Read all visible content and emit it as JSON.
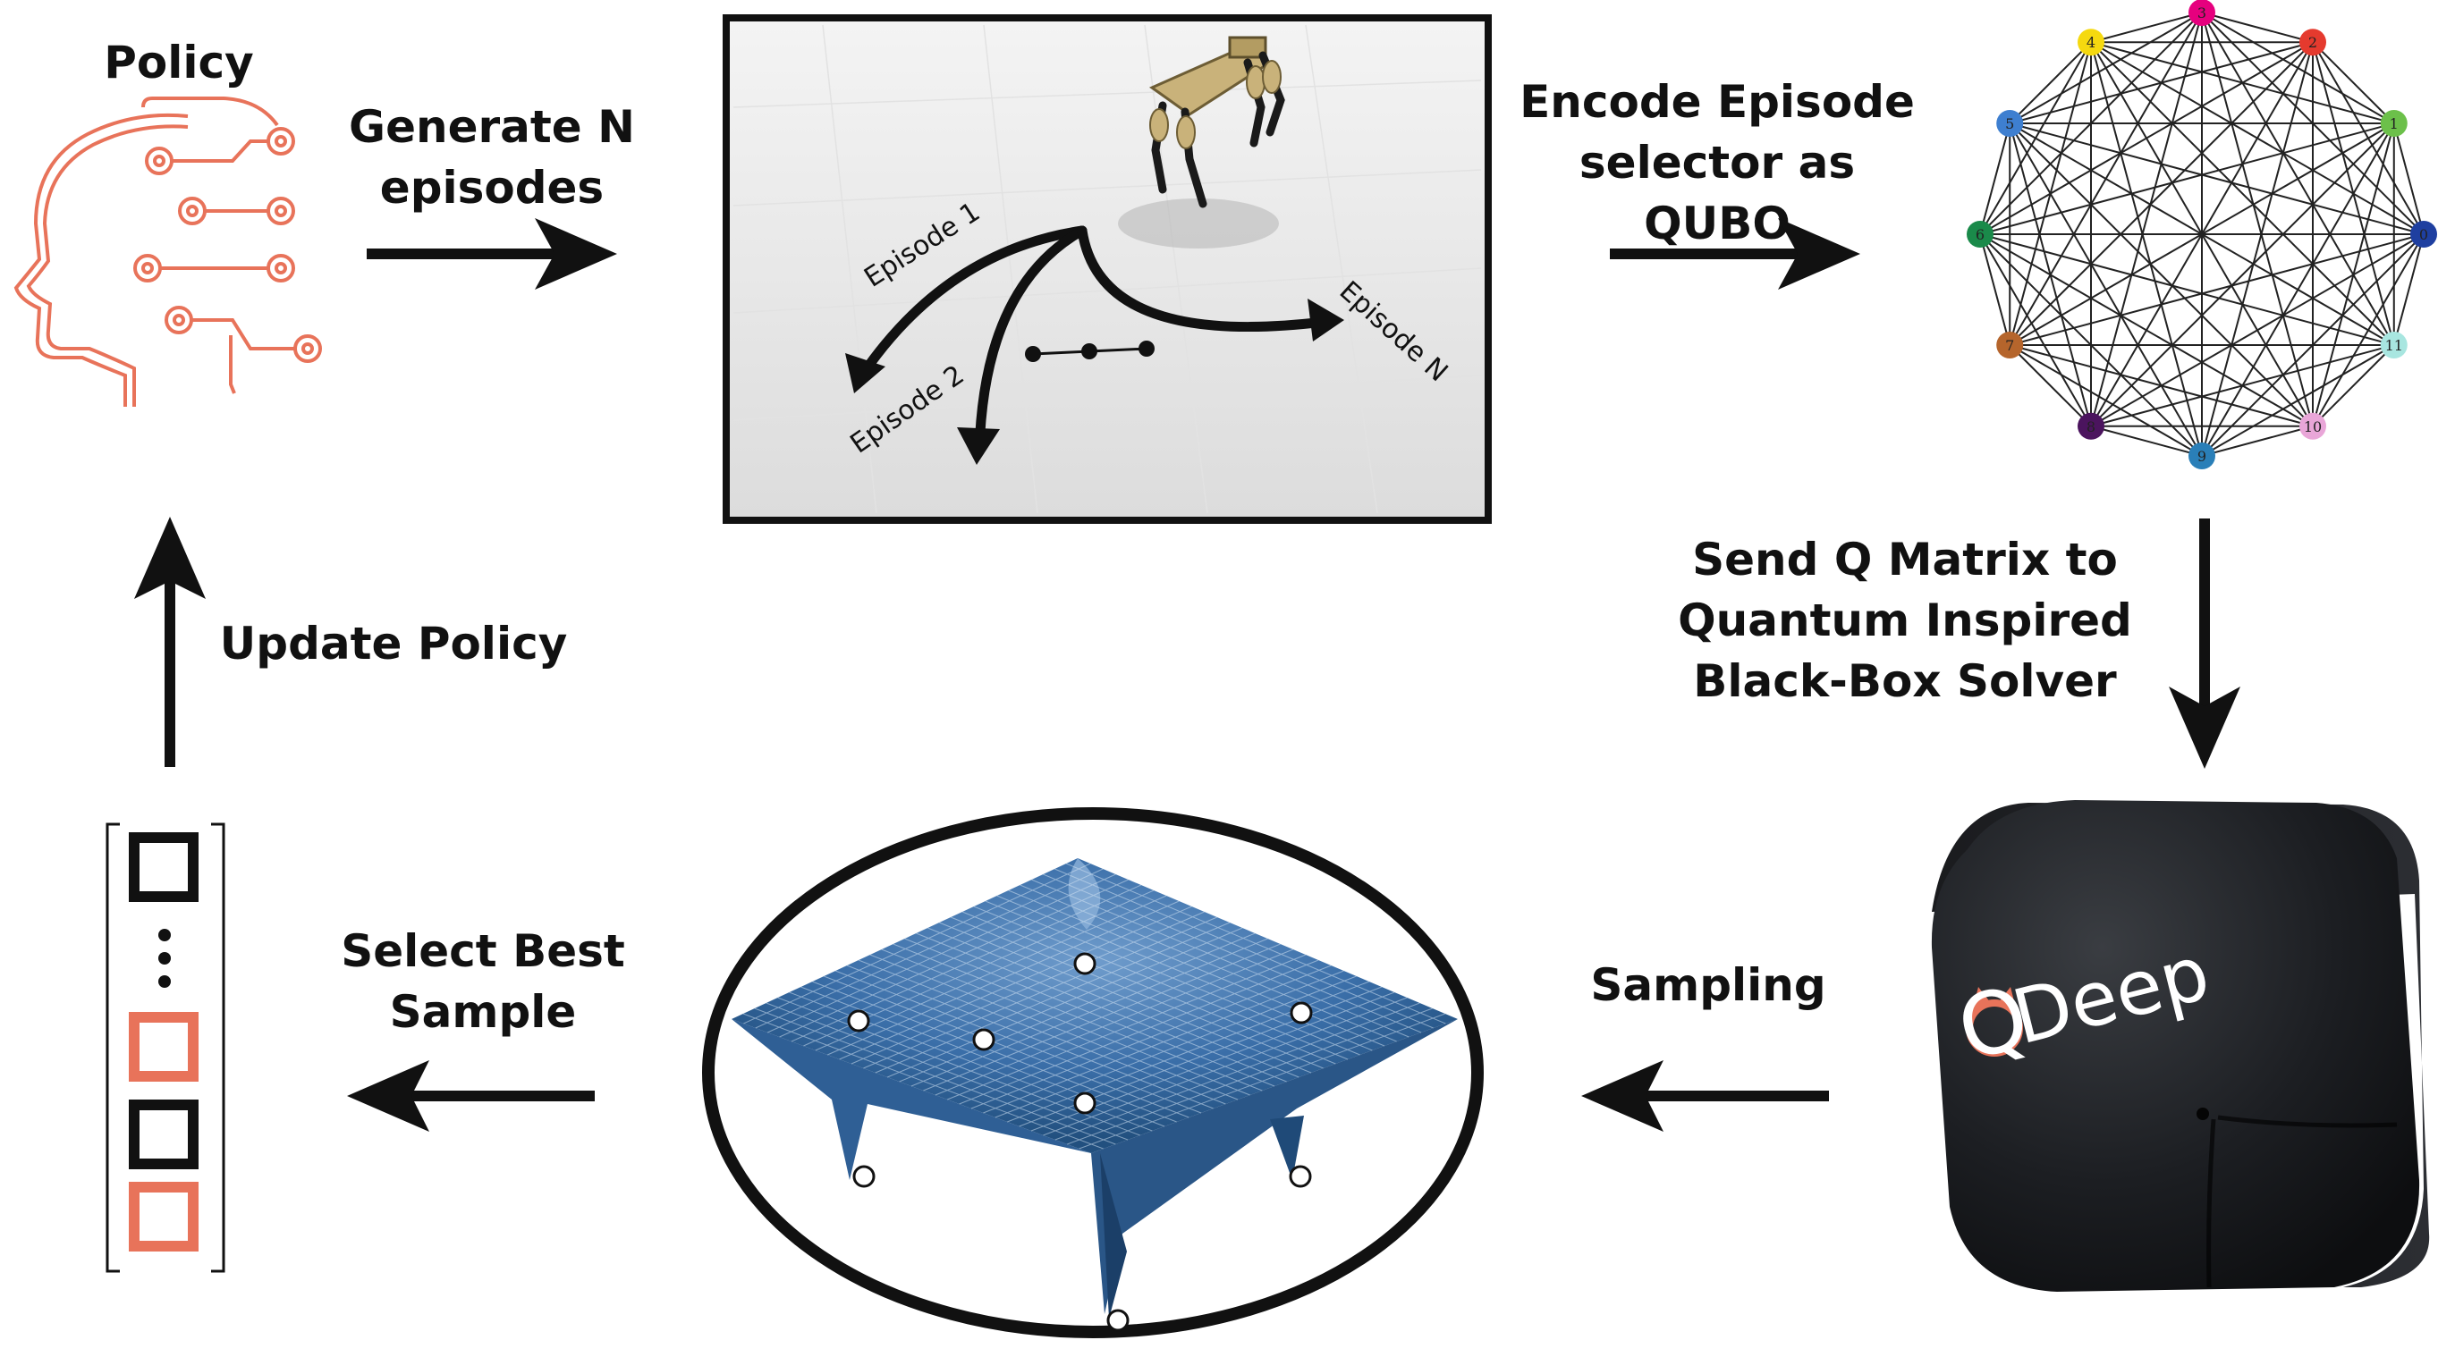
{
  "labels": {
    "policy": "Policy",
    "generate": "Generate N\nepisodes",
    "encode": "Encode Episode\nselector as QUBO",
    "send": "Send Q Matrix to\nQuantum Inspired\nBlack-Box Solver",
    "sampling": "Sampling",
    "select": "Select Best\nSample",
    "update": "Update Policy"
  },
  "episodes": {
    "e1": "Episode 1",
    "e2": "Episode 2",
    "en": "Episode N"
  },
  "graph": {
    "nodes": [
      {
        "label": "3",
        "color": "#e6007e"
      },
      {
        "label": "2",
        "color": "#e53a2e"
      },
      {
        "label": "1",
        "color": "#6cc04a"
      },
      {
        "label": "0",
        "color": "#1e3fa0"
      },
      {
        "label": "11",
        "color": "#a8e6e0"
      },
      {
        "label": "10",
        "color": "#e9a6d8"
      },
      {
        "label": "9",
        "color": "#2a7fb8"
      },
      {
        "label": "8",
        "color": "#4b145e"
      },
      {
        "label": "7",
        "color": "#b5652c"
      },
      {
        "label": "6",
        "color": "#1a8a4a"
      },
      {
        "label": "5",
        "color": "#3e7fd0"
      },
      {
        "label": "4",
        "color": "#f5d90f"
      }
    ]
  },
  "solver": {
    "brand": "Deep",
    "letter": "Q"
  },
  "colors": {
    "accent": "#e8735a",
    "ink": "#111111"
  }
}
